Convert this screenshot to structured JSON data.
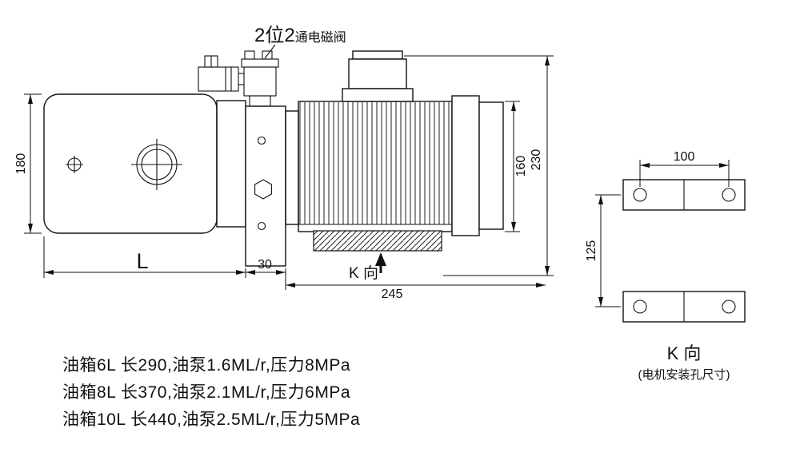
{
  "annotations": {
    "solenoid_big": "2位2",
    "solenoid_small": "通电磁阀",
    "k_direction": "K 向"
  },
  "dimensions": {
    "tank_height": "180",
    "tank_length": "L",
    "pump_block_width": "30",
    "motor_assembly_length": "245",
    "motor_body_height": "160",
    "overall_height": "230"
  },
  "k_view": {
    "hole_spacing_width": "100",
    "hole_spacing_height": "125",
    "title": "K 向",
    "subtitle": "(电机安装孔尺寸)"
  },
  "specs": {
    "line1": "油箱6L 长290,油泵1.6ML/r,压力8MPa",
    "line2": "油箱8L 长370,油泵2.1ML/r,压力6MPa",
    "line3": "油箱10L 长440,油泵2.5ML/r,压力5MPa"
  }
}
